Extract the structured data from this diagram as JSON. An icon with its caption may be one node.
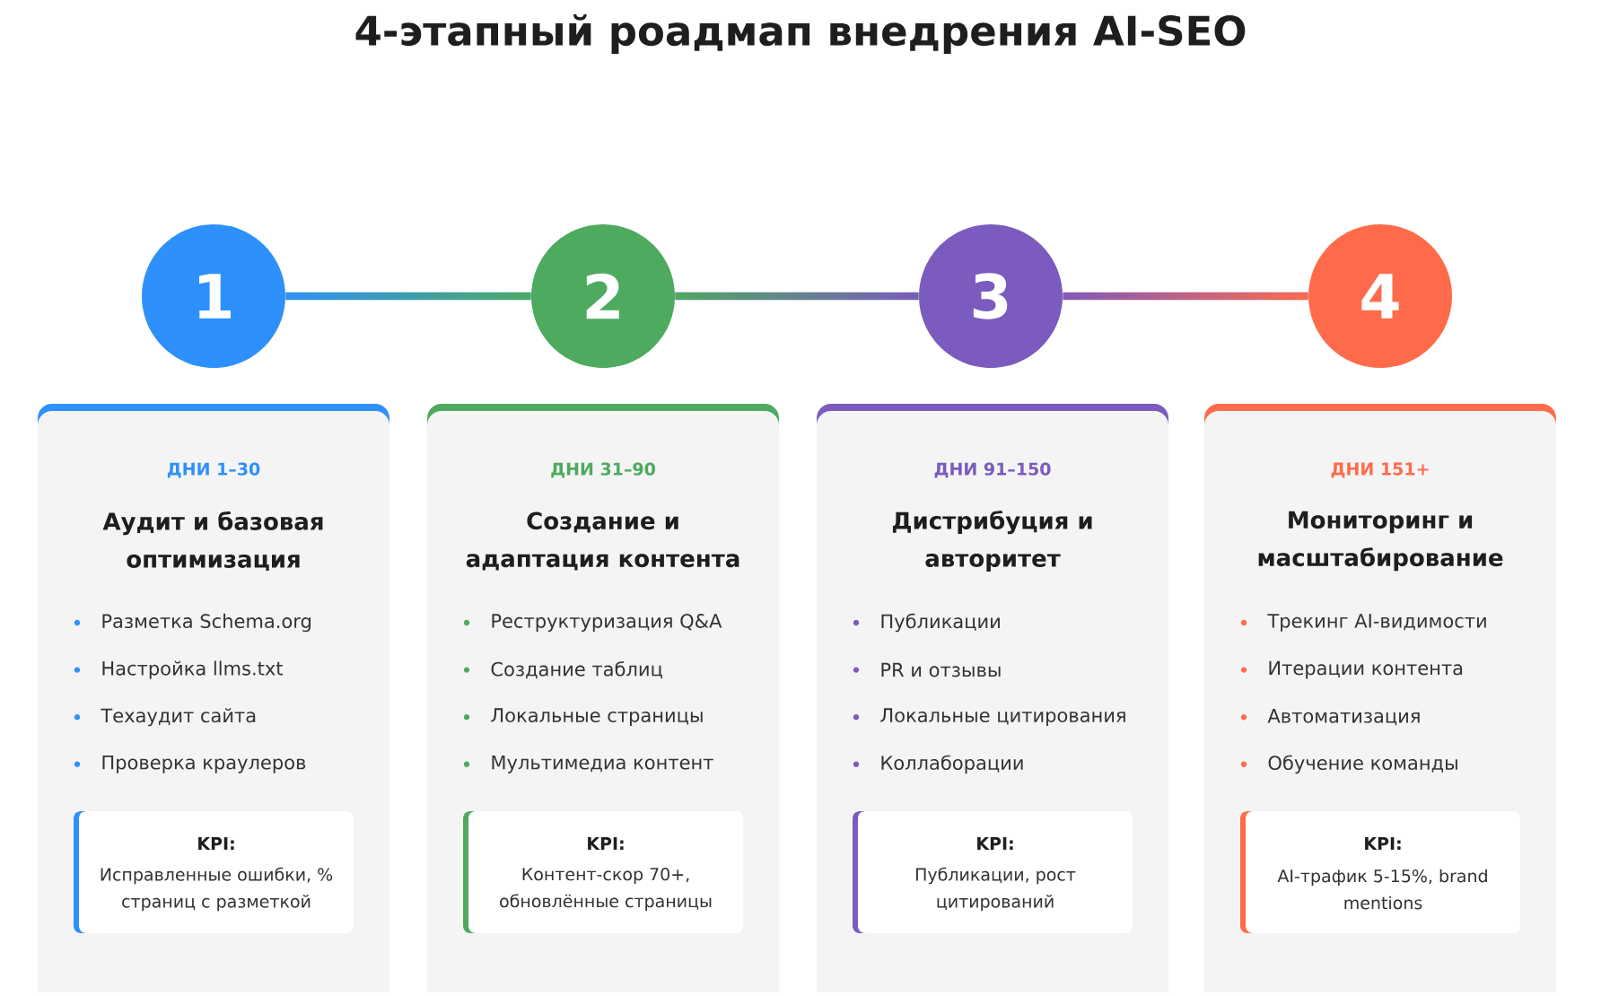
{
  "diagram": {
    "title": "4-этапный роадмап внедрения AI-SEO",
    "nodes": [
      {
        "text": [
          "1"
        ]
      },
      {
        "text": [
          "2"
        ]
      },
      {
        "text": [
          "3"
        ]
      },
      {
        "text": [
          "4"
        ]
      },
      {
        "text": [
          "ДНИ 1–30",
          "Аудит и базовая оптимизация",
          "Разметка Schema.org",
          "Настройка llms.txt",
          "Техаудит сайта",
          "Проверка краулеров"
        ]
      },
      {
        "text": [
          "KPI:",
          "Исправленные ошибки, % страниц с разметкой"
        ],
        "in": 4
      },
      {
        "text": [
          "ДНИ 31–90",
          "Создание и адаптация контента",
          "Реструктуризация Q&A",
          "Создание таблиц",
          "Локальные страницы",
          "Мультимедиа контент"
        ]
      },
      {
        "text": [
          "KPI:",
          "Контент-скор 70+, обновлённые страницы"
        ],
        "in": 6
      },
      {
        "text": [
          "ДНИ 91–150",
          "Дистрибуция и авторитет",
          "Публикации",
          "PR и отзывы",
          "Локальные цитирования",
          "Коллаборации"
        ]
      },
      {
        "text": [
          "KPI:",
          "Публикации, рост цитирований"
        ],
        "in": 8
      },
      {
        "text": [
          "ДНИ 151+",
          "Мониторинг и масштабирование",
          "Трекинг AI-видимости",
          "Итерации контента",
          "Автоматизация",
          "Обучение команды"
        ]
      },
      {
        "text": [
          "KPI:",
          "AI-трафик 5-15%, brand mentions"
        ],
        "in": 10
      }
    ],
    "edges": [
      {
        "from": 0,
        "to": 1,
        "arrow": "none"
      },
      {
        "from": 1,
        "to": 2,
        "arrow": "none"
      },
      {
        "from": 2,
        "to": 3,
        "arrow": "none"
      }
    ]
  }
}
